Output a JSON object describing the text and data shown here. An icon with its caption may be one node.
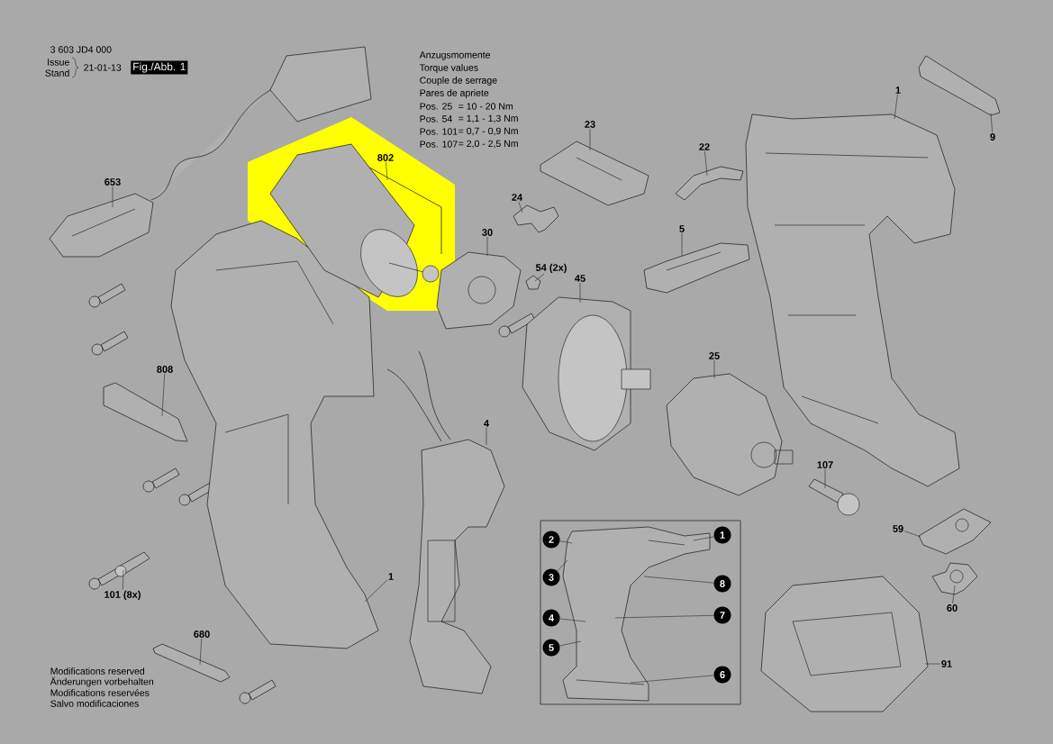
{
  "diagram": {
    "nodes": [
      {
        "text": [
          "653"
        ]
      },
      {
        "text": [],
        "shape": "picture"
      },
      {
        "text": [
          "802"
        ]
      },
      {
        "text": [],
        "shape": "picture"
      },
      {
        "text": [
          "23"
        ]
      },
      {
        "text": [],
        "shape": "picture"
      },
      {
        "text": [
          "1"
        ]
      },
      {
        "text": [],
        "shape": "picture"
      },
      {
        "text": [
          "22"
        ]
      },
      {
        "text": [],
        "shape": "picture"
      },
      {
        "text": [
          "9"
        ]
      },
      {
        "text": [],
        "shape": "picture"
      },
      {
        "text": [
          "24"
        ]
      },
      {
        "text": [],
        "shape": "picture"
      },
      {
        "text": [
          "30"
        ]
      },
      {
        "text": [],
        "shape": "picture"
      },
      {
        "text": [
          "5"
        ]
      },
      {
        "text": [],
        "shape": "picture"
      },
      {
        "text": [
          "54 (2x)"
        ]
      },
      {
        "text": [],
        "shape": "picture"
      },
      {
        "text": [
          "45"
        ]
      },
      {
        "text": [],
        "shape": "picture"
      },
      {
        "text": [
          "808"
        ]
      },
      {
        "text": [],
        "shape": "picture"
      },
      {
        "text": [
          "25"
        ]
      },
      {
        "text": [],
        "shape": "picture"
      },
      {
        "text": [
          "4"
        ]
      },
      {
        "text": [],
        "shape": "picture"
      },
      {
        "text": [
          "1"
        ]
      },
      {
        "text": [],
        "shape": "picture"
      },
      {
        "text": [
          "101 (8x)"
        ]
      },
      {
        "text": [],
        "shape": "picture"
      },
      {
        "text": [
          "680"
        ]
      },
      {
        "text": [],
        "shape": "picture"
      },
      {
        "text": [
          "107"
        ]
      },
      {
        "text": [],
        "shape": "picture"
      },
      {
        "text": [
          "59"
        ]
      },
      {
        "text": [],
        "shape": "picture"
      },
      {
        "text": [
          "60"
        ]
      },
      {
        "text": [],
        "shape": "picture"
      },
      {
        "text": [
          "91"
        ]
      },
      {
        "text": [],
        "shape": "picture"
      },
      {
        "text": [],
        "shape": "box"
      },
      {
        "text": [],
        "shape": "picture",
        "in": 42
      },
      {
        "text": [
          "2"
        ],
        "in": 42
      },
      {
        "text": [
          "1"
        ],
        "in": 42
      },
      {
        "text": [
          "3"
        ],
        "in": 42
      },
      {
        "text": [
          "8"
        ],
        "in": 42
      },
      {
        "text": [
          "4"
        ],
        "in": 42
      },
      {
        "text": [
          "7"
        ],
        "in": 42
      },
      {
        "text": [
          "5"
        ],
        "in": 42
      },
      {
        "text": [
          "6"
        ],
        "in": 42
      }
    ],
    "edges": [
      {
        "from": 0,
        "to": 1,
        "arrow": "none"
      },
      {
        "from": 2,
        "to": 3,
        "arrow": "none"
      },
      {
        "from": 4,
        "to": 5,
        "arrow": "none"
      },
      {
        "from": 6,
        "to": 7,
        "arrow": "none"
      },
      {
        "from": 8,
        "to": 9,
        "arrow": "none"
      },
      {
        "from": 10,
        "to": 11,
        "arrow": "none"
      },
      {
        "from": 12,
        "to": 13,
        "arrow": "none"
      },
      {
        "from": 14,
        "to": 15,
        "arrow": "none"
      },
      {
        "from": 16,
        "to": 17,
        "arrow": "none"
      },
      {
        "from": 18,
        "to": 19,
        "arrow": "none"
      },
      {
        "from": 20,
        "to": 21,
        "arrow": "none"
      },
      {
        "from": 22,
        "to": 23,
        "arrow": "none"
      },
      {
        "from": 24,
        "to": 25,
        "arrow": "none"
      },
      {
        "from": 26,
        "to": 27,
        "arrow": "none"
      },
      {
        "from": 28,
        "to": 29,
        "arrow": "none"
      },
      {
        "from": 30,
        "to": 31,
        "arrow": "none"
      },
      {
        "from": 32,
        "to": 33,
        "arrow": "none"
      },
      {
        "from": 34,
        "to": 35,
        "arrow": "none"
      },
      {
        "from": 36,
        "to": 37,
        "arrow": "none"
      },
      {
        "from": 38,
        "to": 39,
        "arrow": "none"
      },
      {
        "from": 40,
        "to": 41,
        "arrow": "none"
      },
      {
        "from": 44,
        "to": 43,
        "arrow": "none"
      },
      {
        "from": 45,
        "to": 43,
        "arrow": "none"
      },
      {
        "from": 46,
        "to": 43,
        "arrow": "none"
      },
      {
        "from": 47,
        "to": 43,
        "arrow": "none"
      },
      {
        "from": 48,
        "to": 43,
        "arrow": "none"
      },
      {
        "from": 49,
        "to": 43,
        "arrow": "none"
      },
      {
        "from": 50,
        "to": 43,
        "arrow": "none"
      },
      {
        "from": 51,
        "to": 43,
        "arrow": "none"
      }
    ],
    "labels": [
      "3 603 JD4 000",
      "Issue",
      "Stand",
      "21-01-13",
      "Fig./Abb. 1",
      "Anzugsmomente",
      "Torque values",
      "Couple de serrage",
      "Pares de apriete",
      "Pos. 25",
      "= 10 - 20 Nm",
      "Pos. 54",
      "= 1,1 - 1,3 Nm",
      "Pos. 101",
      "= 0,7 - 0,9 Nm",
      "Pos. 107",
      "= 2,0 - 2,5 Nm",
      "Modifications reserved",
      "Änderungen vorbehalten",
      "Modifications reservées",
      "Salvo modificaciones"
    ]
  }
}
